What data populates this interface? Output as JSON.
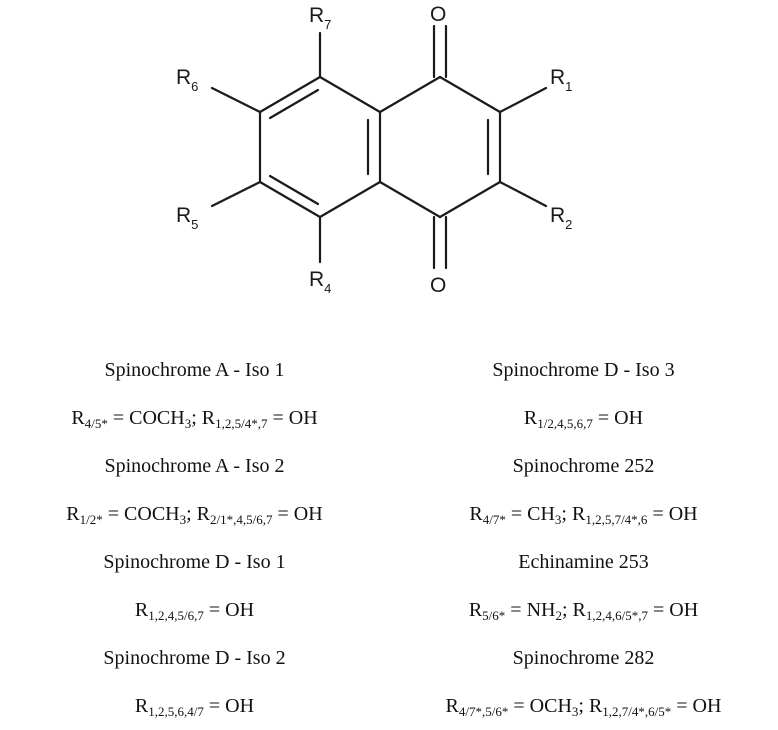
{
  "structure": {
    "labels": {
      "r7": {
        "main": "R",
        "sub": "7"
      },
      "r6": {
        "main": "R",
        "sub": "6"
      },
      "r5": {
        "main": "R",
        "sub": "5"
      },
      "r4": {
        "main": "R",
        "sub": "4"
      },
      "r1": {
        "main": "R",
        "sub": "1"
      },
      "r2": {
        "main": "R",
        "sub": "2"
      },
      "o_top": "O",
      "o_bottom": "O"
    }
  },
  "left_entries": [
    {
      "name": "Spinochrome A - Iso 1",
      "f": {
        "p1": "R",
        "s1": "4/5*",
        "p2": " = COCH",
        "s2": "3",
        "p3": "; R",
        "s3": "1,2,5/4*,7",
        "p4": " = OH"
      }
    },
    {
      "name": "Spinochrome A - Iso 2",
      "f": {
        "p1": "R",
        "s1": "1/2*",
        "p2": " = COCH",
        "s2": "3",
        "p3": "; R",
        "s3": "2/1*,4,5/6,7",
        "p4": " = OH"
      }
    },
    {
      "name": "Spinochrome D - Iso 1",
      "f": {
        "p1": "R",
        "s1": "1,2,4,5/6,7",
        "p2": " = OH",
        "s2": "",
        "p3": "",
        "s3": "",
        "p4": ""
      }
    },
    {
      "name": "Spinochrome D - Iso 2",
      "f": {
        "p1": "R",
        "s1": "1,2,5,6,4/7",
        "p2": " = OH",
        "s2": "",
        "p3": "",
        "s3": "",
        "p4": ""
      }
    }
  ],
  "right_entries": [
    {
      "name": "Spinochrome D - Iso 3",
      "f": {
        "p1": "R",
        "s1": "1/2,4,5,6,7",
        "p2": " = OH",
        "s2": "",
        "p3": "",
        "s3": "",
        "p4": ""
      }
    },
    {
      "name": "Spinochrome 252",
      "f": {
        "p1": "R",
        "s1": "4/7*",
        "p2": " = CH",
        "s2": "3",
        "p3": "; R",
        "s3": "1,2,5,7/4*,6",
        "p4": " = OH"
      }
    },
    {
      "name": "Echinamine 253",
      "f": {
        "p1": "R",
        "s1": "5/6*",
        "p2": " = NH",
        "s2": "2",
        "p3": "; R",
        "s3": "1,2,4,6/5*,7",
        "p4": " = OH"
      }
    },
    {
      "name": "Spinochrome 282",
      "f": {
        "p1": "R",
        "s1": "4/7*,5/6*",
        "p2": " = OCH",
        "s2": "3",
        "p3": "; R",
        "s3": "1,2,7/4*,6/5*",
        "p4": " = OH"
      }
    }
  ]
}
